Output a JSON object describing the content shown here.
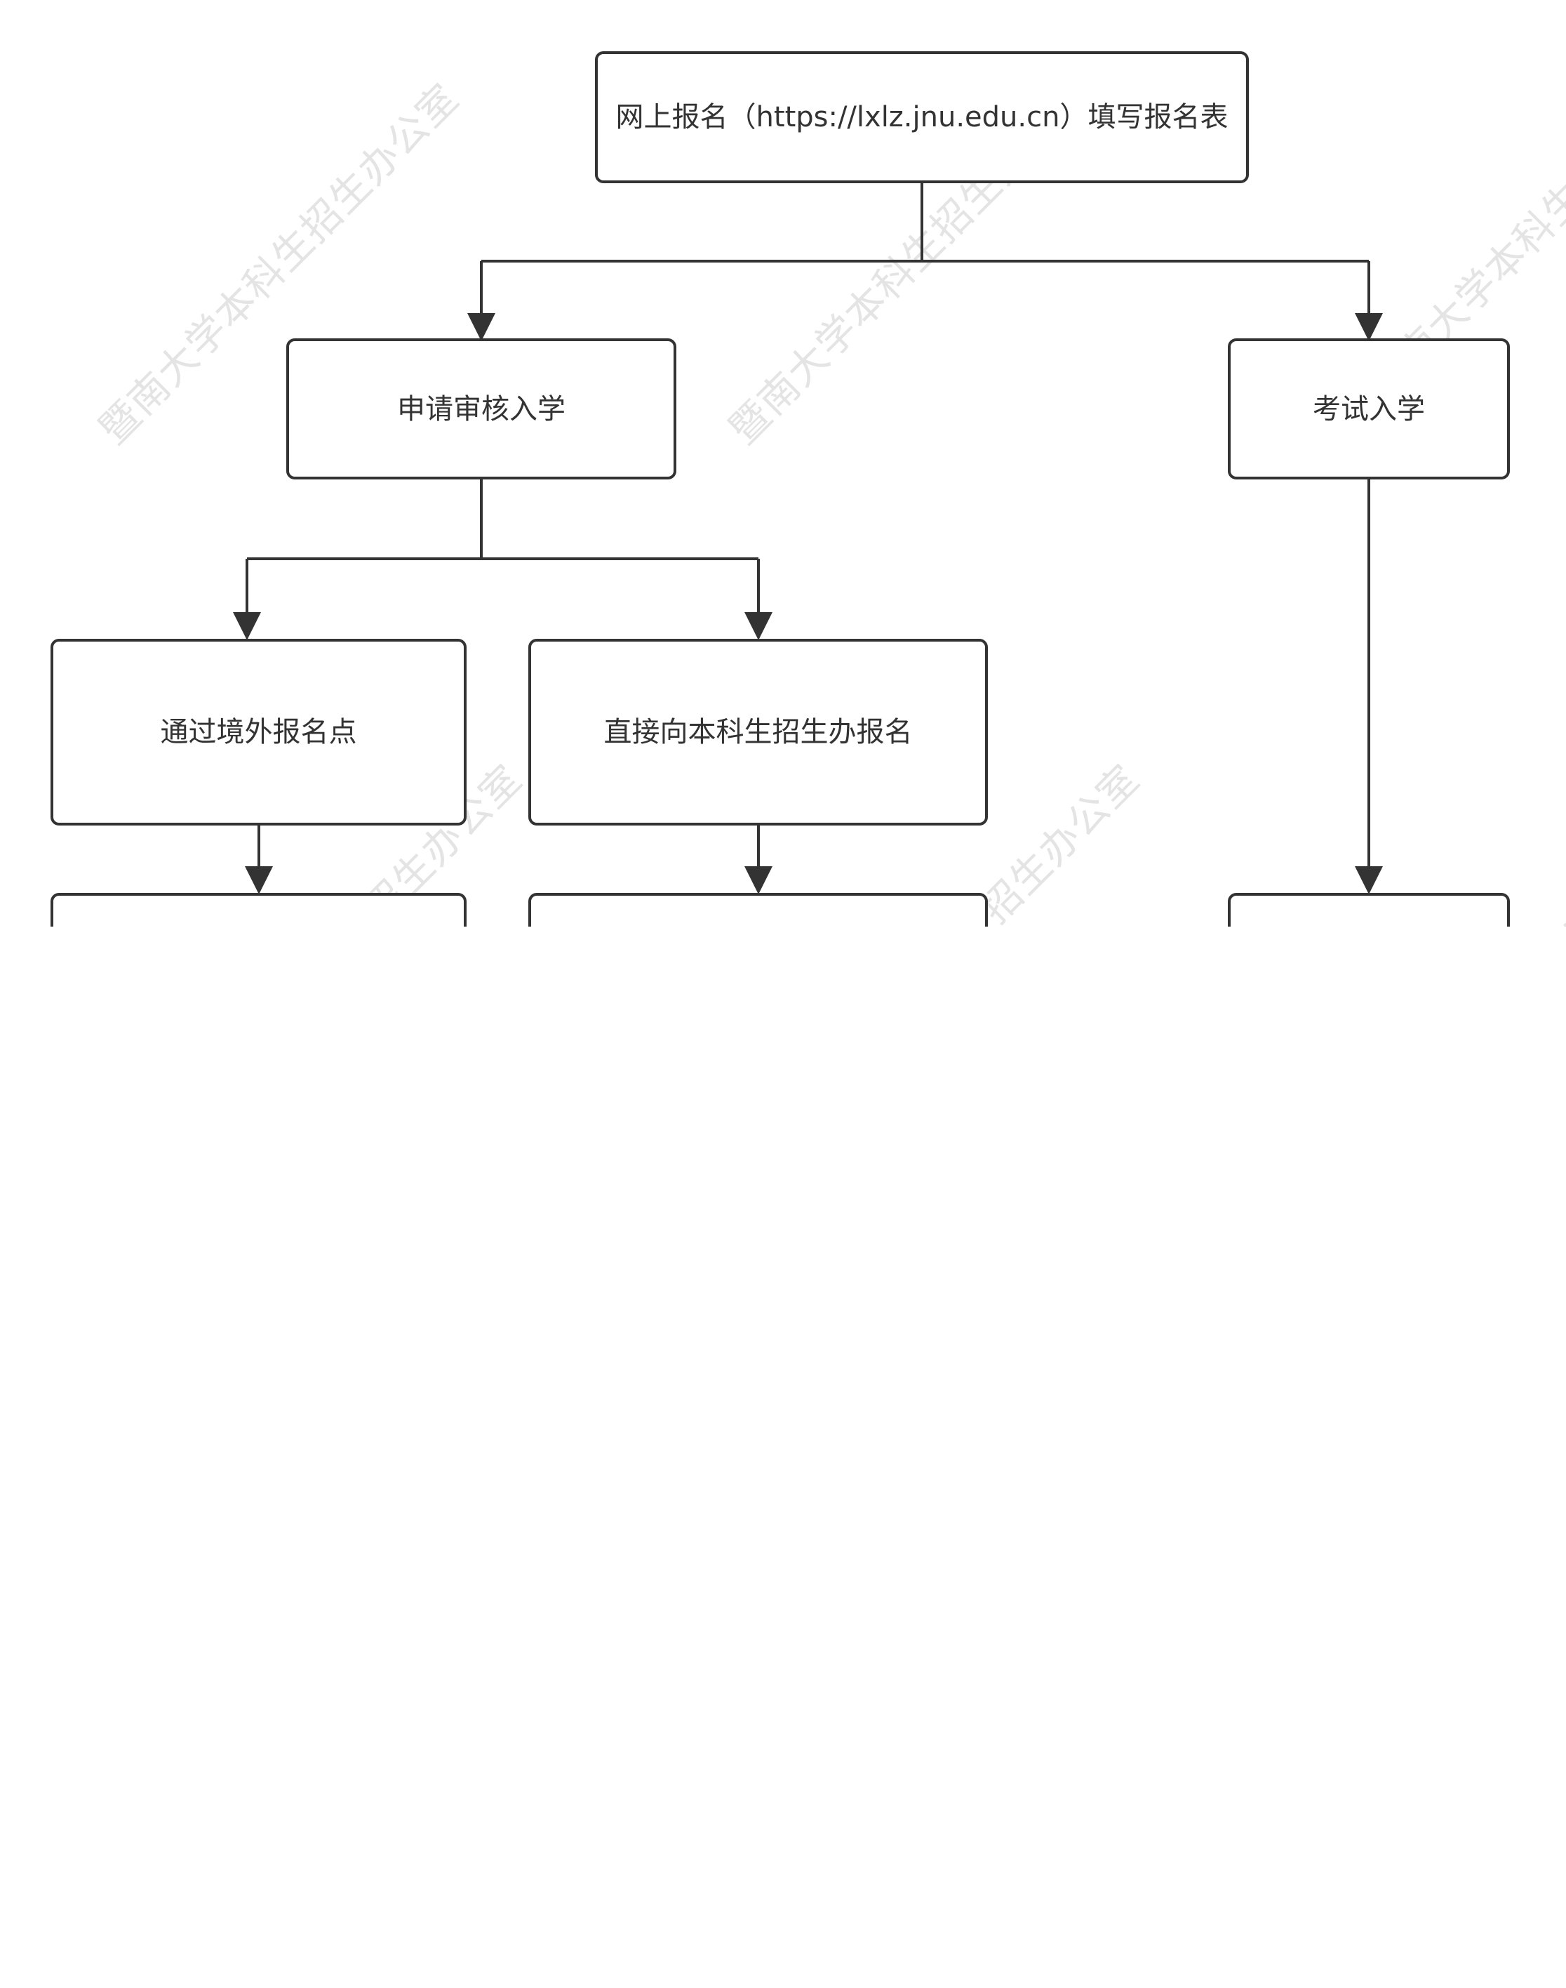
{
  "watermark": {
    "text": "暨南大学本科生招生办公室",
    "color": "#e4e4e4"
  },
  "diagram": {
    "stroke": "#333333",
    "nodes": {
      "online_registration": "网上报名（https://lxlz.jnu.edu.cn）填写报名表",
      "application_review": "申请审核入学",
      "exam_admission": "考试入学",
      "overseas_site": "通过境外报名点",
      "direct_office": "直接向本科生招生办报名",
      "overseas_next": "",
      "direct_next": "",
      "exam_next": ""
    }
  }
}
